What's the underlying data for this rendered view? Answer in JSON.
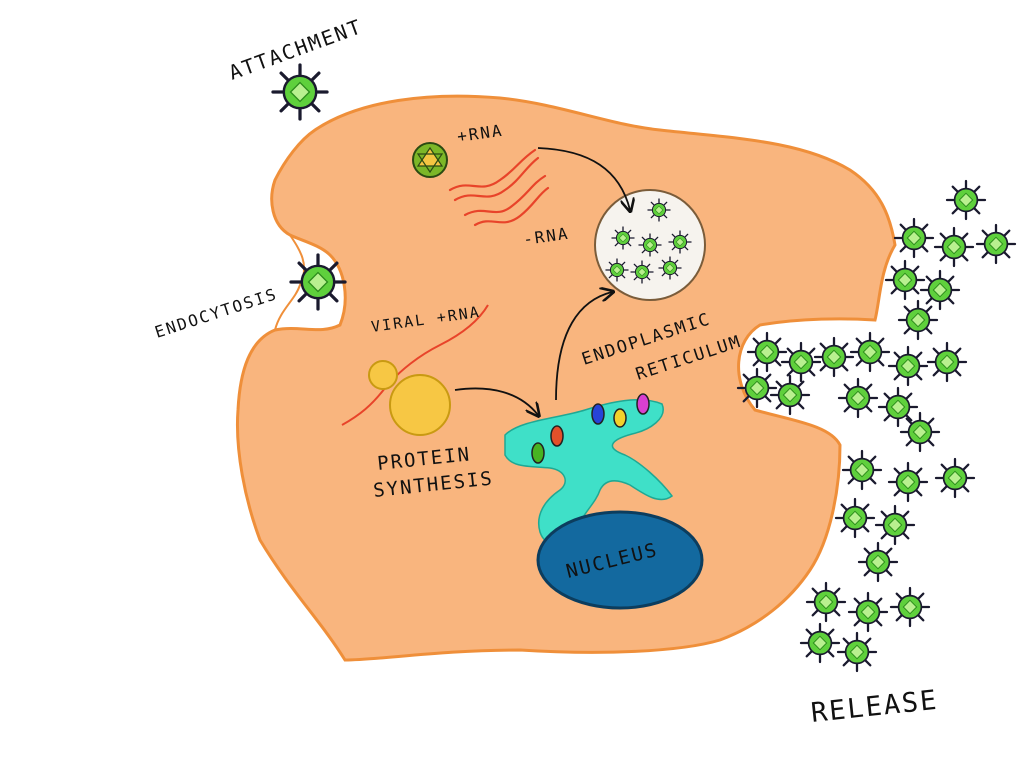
{
  "labels": {
    "attachment": "ATTACHMENT",
    "endocytosis": "ENDOCYTOSIS",
    "plus_rna": "+RNA",
    "minus_rna": "-RNA",
    "viral_rna": "VIRAL +RNA",
    "protein_synthesis_line1": "PROTEIN",
    "protein_synthesis_line2": "SYNTHESIS",
    "er_line1": "ENDOPLASMIC",
    "er_line2": "RETICULUM",
    "nucleus": "NUCLEUS",
    "release": "RELEASE"
  },
  "colors": {
    "cell_fill": "#f9b57e",
    "cell_outline": "#ef8f3a",
    "virus_fill": "#5fd03c",
    "virus_core": "#b9f08f",
    "virus_spike": "#1a1a2e",
    "rna": "#e8442a",
    "ribosome": "#f7c744",
    "er": "#3fe0c8",
    "nucleus": "#13699f",
    "vesicle": "#f6f3ee"
  },
  "icons": {
    "virus": "virus-icon",
    "arrow": "arrow-icon"
  }
}
